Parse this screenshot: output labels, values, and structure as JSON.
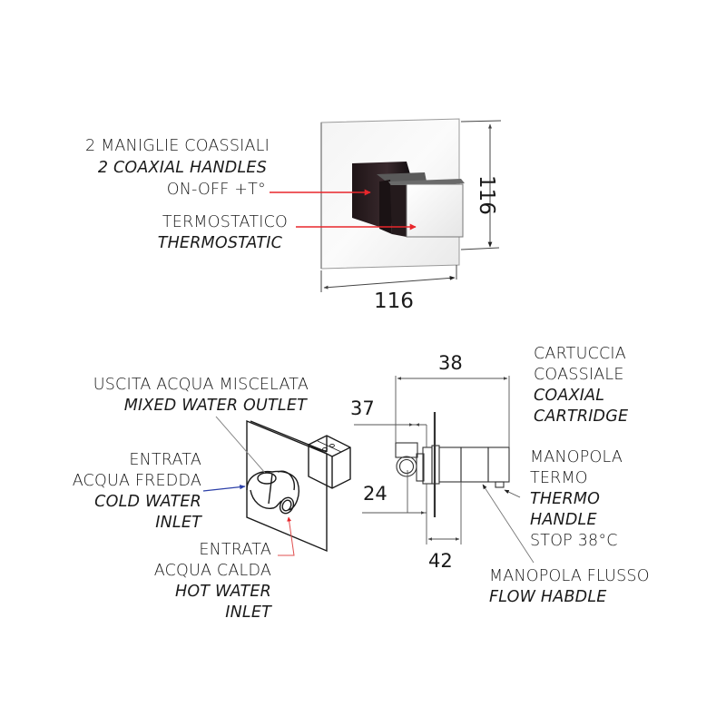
{
  "top_view": {
    "labels": {
      "handles_it": "2 MANIGLIE COASSIALI",
      "handles_en": "2 COAXIAL HANDLES",
      "handles_fn": "ON-OFF +T°",
      "thermo_it": "TERMOSTATICO",
      "thermo_en": "THERMOSTATIC"
    },
    "dimensions": {
      "height": "116",
      "width": "116"
    }
  },
  "iso_view": {
    "labels": {
      "outlet_it": "USCITA ACQUA MISCELATA",
      "outlet_en": "MIXED WATER OUTLET",
      "cold_it_1": "ENTRATA",
      "cold_it_2": "ACQUA FREDDA",
      "cold_en_1": "COLD WATER",
      "cold_en_2": "INLET",
      "hot_it_1": "ENTRATA",
      "hot_it_2": "ACQUA CALDA",
      "hot_en_1": "HOT WATER",
      "hot_en_2": "INLET"
    }
  },
  "side_view": {
    "dimensions": {
      "total_depth": "38",
      "outlet_offset": "37",
      "inlet_offset": "24",
      "body_depth": "42"
    },
    "labels": {
      "cartridge_it_1": "CARTUCCIA",
      "cartridge_it_2": "COASSIALE",
      "cartridge_en_1": "COAXIAL",
      "cartridge_en_2": "CARTRIDGE",
      "thermo_handle_it_1": "MANOPOLA",
      "thermo_handle_it_2": "TERMO",
      "thermo_handle_en_1": "THERMO",
      "thermo_handle_en_2": "HANDLE",
      "thermo_handle_stop": "STOP 38°C",
      "flow_handle_it": "MANOPOLA FLUSSO",
      "flow_handle_en": "FLOW HABDLE"
    }
  },
  "colors": {
    "leader_red": "#e8262b",
    "leader_blue": "#2b3fa8",
    "line": "#333333"
  }
}
